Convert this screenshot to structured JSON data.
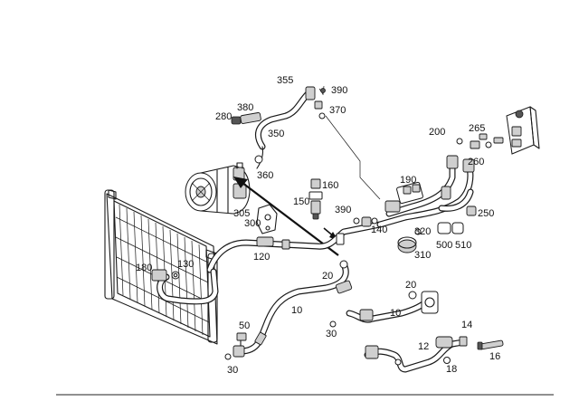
{
  "diagram": {
    "labels": {
      "p355": "355",
      "p390a": "390",
      "p380": "380",
      "p370": "370",
      "p280": "280",
      "p350": "350",
      "p360": "360",
      "p160": "160",
      "p150": "150",
      "p390b": "390",
      "p305": "305",
      "p300": "300",
      "p200": "200",
      "p265": "265",
      "p260": "260",
      "p190": "190",
      "p250": "250",
      "p140": "140",
      "p320": "320",
      "p500": "500",
      "p510": "510",
      "p310": "310",
      "p120": "120",
      "p180": "180",
      "p130": "130",
      "p20a": "20",
      "p10a": "10",
      "p20b": "20",
      "p10b": "10",
      "p30a": "30",
      "p50": "50",
      "p30b": "30",
      "p14": "14",
      "p12": "12",
      "p16": "16",
      "p18": "18"
    }
  }
}
